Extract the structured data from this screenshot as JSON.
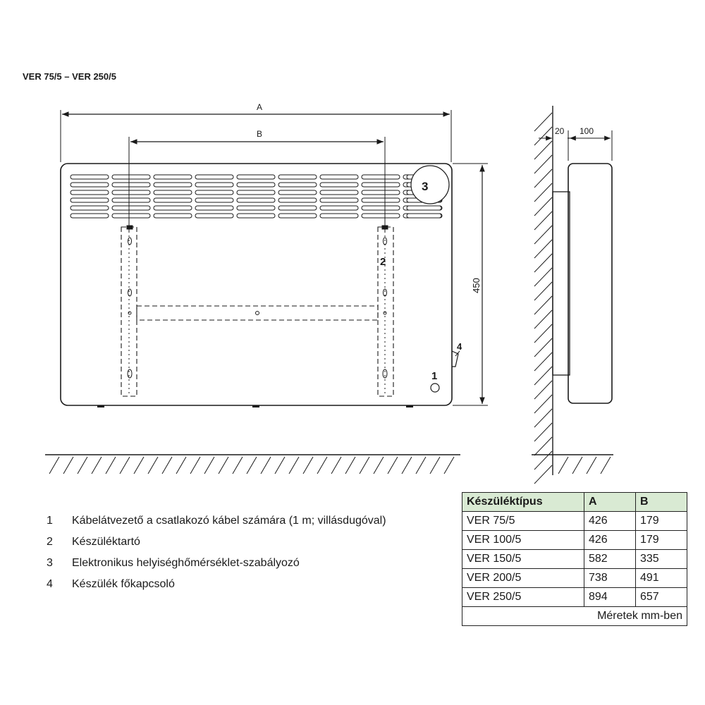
{
  "title": "VER 75/5 – VER 250/5",
  "diagram": {
    "dim_a": "A",
    "dim_b": "B",
    "dim_height": "450",
    "dim_wall_gap": "20",
    "dim_depth": "100",
    "callout_1": "1",
    "callout_2": "2",
    "callout_3": "3",
    "callout_4": "4"
  },
  "legend": [
    {
      "num": "1",
      "text": "Kábelátvezető a csatlakozó kábel számára (1 m; villásdugóval)"
    },
    {
      "num": "2",
      "text": "Készüléktartó"
    },
    {
      "num": "3",
      "text": "Elektronikus helyiséghőmérséklet-szabályozó"
    },
    {
      "num": "4",
      "text": "Készülék főkapcsoló"
    }
  ],
  "table": {
    "headers": [
      "Készüléktípus",
      "A",
      "B"
    ],
    "rows": [
      [
        "VER 75/5",
        "426",
        "179"
      ],
      [
        "VER 100/5",
        "426",
        "179"
      ],
      [
        "VER 150/5",
        "582",
        "335"
      ],
      [
        "VER 200/5",
        "738",
        "491"
      ],
      [
        "VER 250/5",
        "894",
        "657"
      ]
    ],
    "note": "Méretek mm-ben"
  }
}
